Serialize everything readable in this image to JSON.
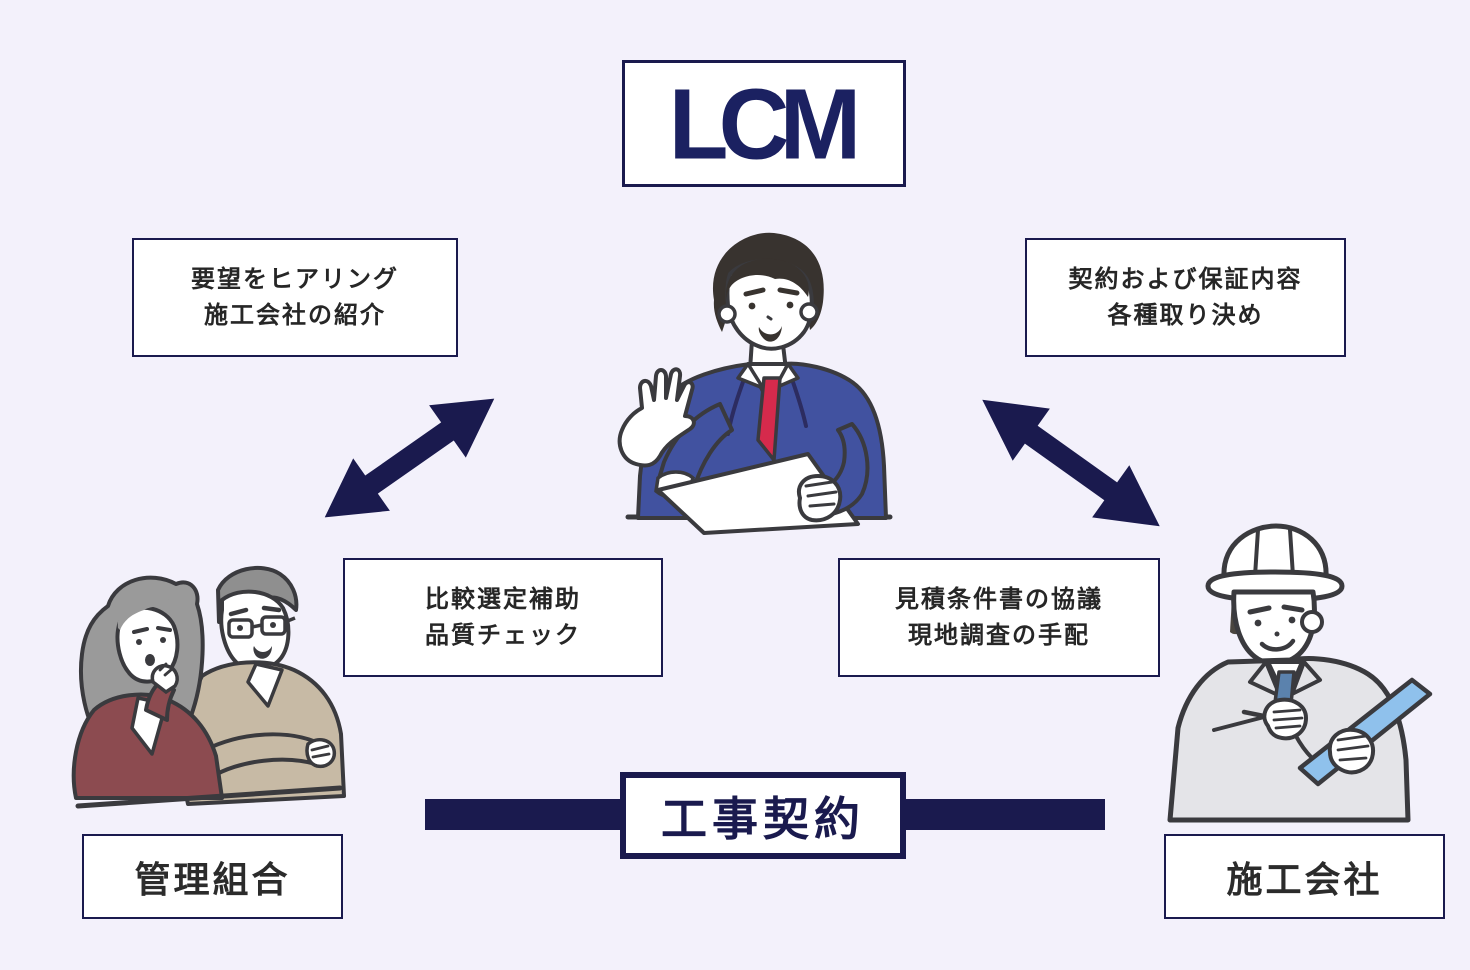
{
  "colors": {
    "background": "#F3F1FB",
    "navy": "#1A1A4E",
    "logo_navy": "#1B2161",
    "text_dark": "#262626",
    "outline": "#3A3A3E",
    "suit_blue": "#4152A0",
    "tie_red": "#D62A4C",
    "hair_gray": "#9A9A9A",
    "cardigan_maroon": "#8C4B50",
    "jacket_tan": "#C7BAA5",
    "worker_jacket_gray": "#E4E4E8",
    "worker_tie_blue": "#5B82AD",
    "clipboard_blue": "#8FC1EC"
  },
  "logo": {
    "text": "LCM"
  },
  "notes": {
    "top_left": {
      "line1": "要望をヒアリング",
      "line2": "施工会社の紹介"
    },
    "top_right": {
      "line1": "契約および保証内容",
      "line2": "各種取り決め"
    },
    "mid_left": {
      "line1": "比較選定補助",
      "line2": "品質チェック"
    },
    "mid_right": {
      "line1": "見積条件書の協議",
      "line2": "現地調査の手配"
    }
  },
  "labels": {
    "contract": "工事契約",
    "management": "管理組合",
    "contractor": "施工会社"
  },
  "icons": {
    "arrow_left": "double-arrow-left-icon",
    "arrow_right": "double-arrow-right-icon",
    "consultant": "lcm-consultant-illustration",
    "management_couple": "elderly-couple-illustration",
    "contractor_worker": "construction-worker-illustration"
  }
}
